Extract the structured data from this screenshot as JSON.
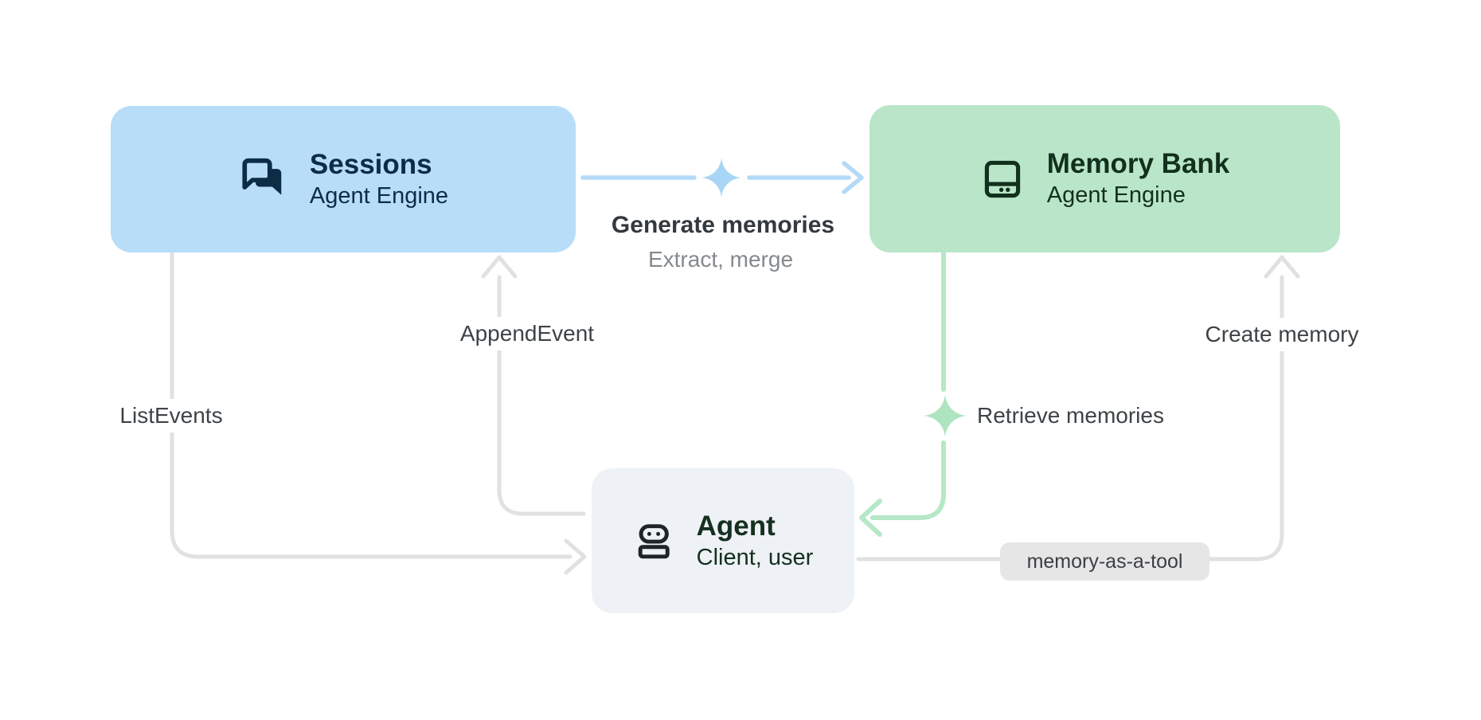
{
  "diagram": {
    "nodes": {
      "sessions": {
        "title": "Sessions",
        "subtitle": "Agent Engine",
        "icon": "chat-forum-icon",
        "fill": "#b8ddf8",
        "text_color": "#0d2c45"
      },
      "memory_bank": {
        "title": "Memory Bank",
        "subtitle": "Agent Engine",
        "icon": "memory-storage-icon",
        "fill": "#b9e6c9",
        "text_color": "#12301e"
      },
      "agent": {
        "title": "Agent",
        "subtitle": "Client, user",
        "icon": "robot-icon",
        "fill": "#eef2f6",
        "text_color": "#15301f"
      }
    },
    "edges": {
      "generate_memories": {
        "label": "Generate memories",
        "sublabel": "Extract, merge",
        "from": "sessions",
        "to": "memory_bank",
        "line_color": "#b5daf8",
        "sparkle_color": "#a8d5f6"
      },
      "append_event": {
        "label": "AppendEvent",
        "from": "agent",
        "to": "sessions",
        "line_color": "#e0e1e2"
      },
      "list_events": {
        "label": "ListEvents",
        "from": "sessions",
        "to": "agent",
        "line_color": "#e0e1e2"
      },
      "retrieve_memories": {
        "label": "Retrieve memories",
        "from": "memory_bank",
        "to": "agent",
        "line_color": "#b6e7c7",
        "sparkle_color": "#aee4c0"
      },
      "create_memory": {
        "label": "Create memory",
        "badge": "memory-as-a-tool",
        "from": "agent",
        "to": "memory_bank",
        "line_color": "#e0e1e2"
      }
    },
    "label_colors": {
      "primary": "#3e4347",
      "emphasis": "#34393e",
      "muted": "#85898e",
      "badge_bg": "#e6e6e7"
    }
  }
}
